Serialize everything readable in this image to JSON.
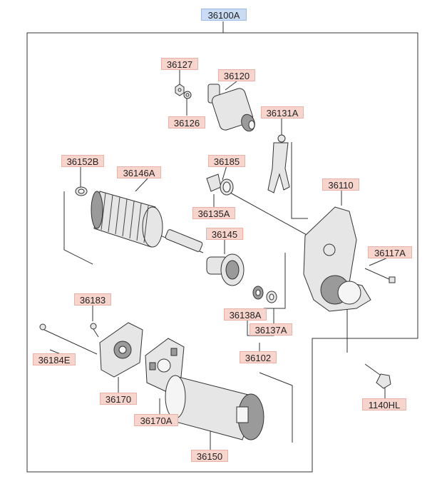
{
  "main_part": "36100A",
  "labels": {
    "p36127": "36127",
    "p36120": "36120",
    "p36126": "36126",
    "p36131A": "36131A",
    "p36152B": "36152B",
    "p36146A": "36146A",
    "p36185": "36185",
    "p36110": "36110",
    "p36135A": "36135A",
    "p36145": "36145",
    "p36117A": "36117A",
    "p36183": "36183",
    "p36138A": "36138A",
    "p36137A": "36137A",
    "p36102": "36102",
    "p36184E": "36184E",
    "p36170": "36170",
    "p36170A": "36170A",
    "p1140HL": "1140HL",
    "p36150": "36150"
  }
}
